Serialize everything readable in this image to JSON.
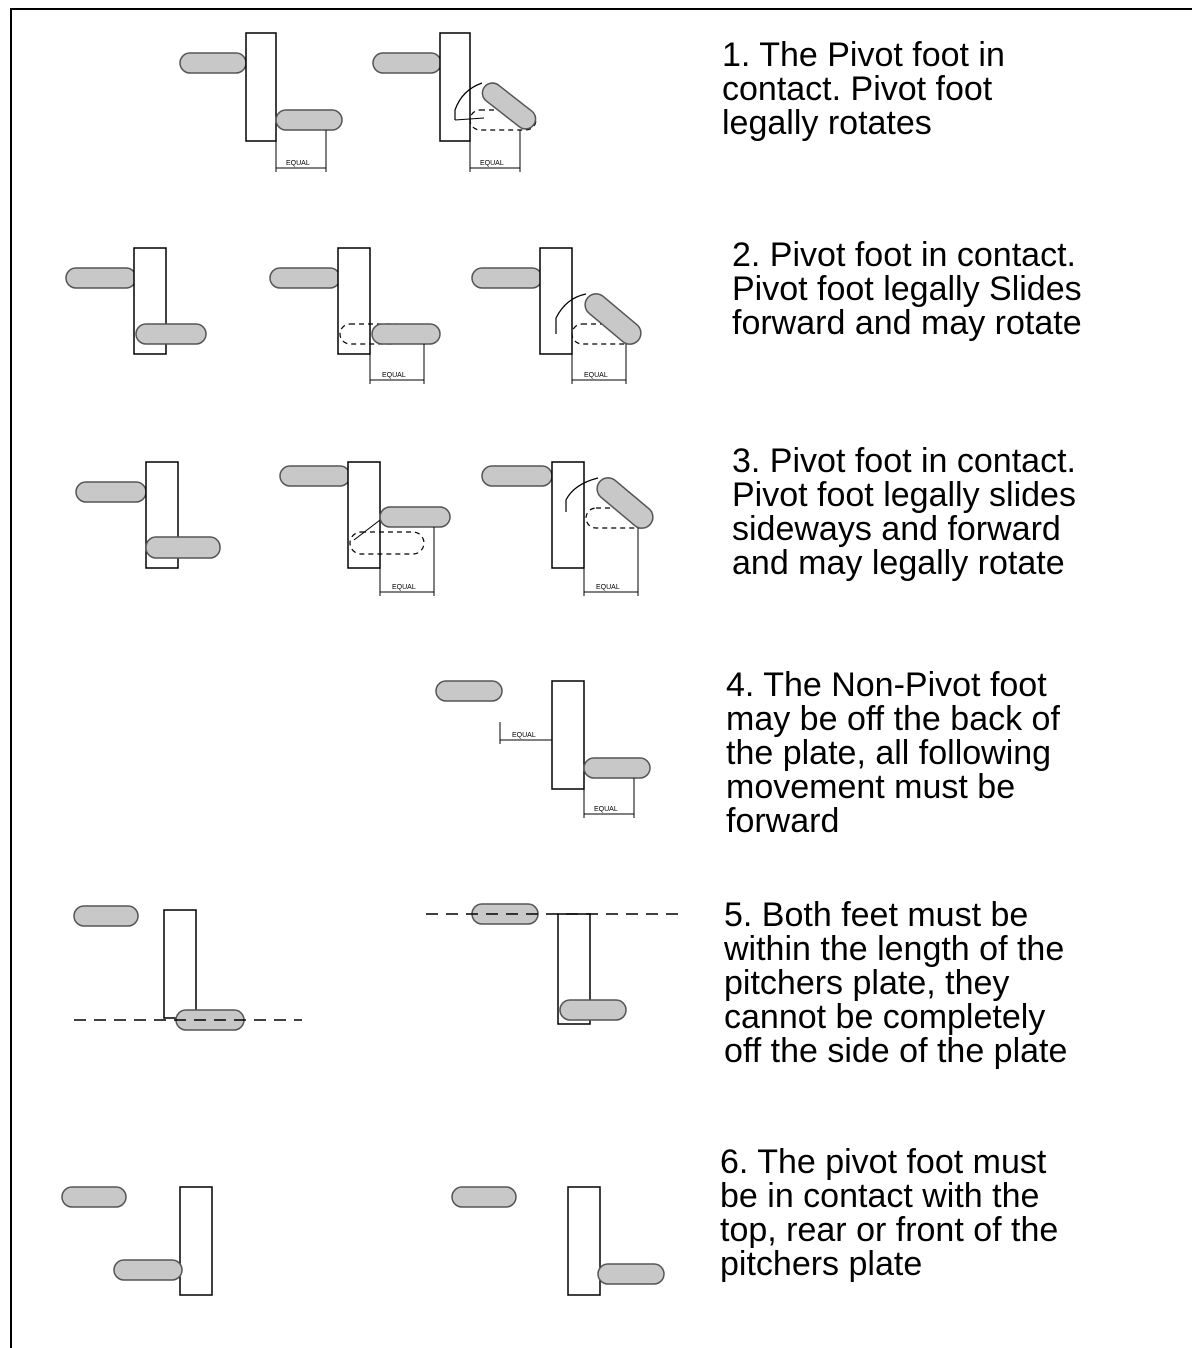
{
  "dimension_label": "EQUAL",
  "rules": [
    {
      "lines": [
        "1. The Pivot foot in",
        "contact. Pivot foot",
        "legally rotates"
      ]
    },
    {
      "lines": [
        "2. Pivot foot in contact.",
        "Pivot foot legally Slides",
        "forward and may rotate"
      ]
    },
    {
      "lines": [
        "3. Pivot foot in contact.",
        "Pivot foot legally slides",
        "sideways and forward",
        "and may legally rotate"
      ]
    },
    {
      "lines": [
        "4. The Non-Pivot foot",
        "may be off the back of",
        "the plate, all following",
        "movement must be",
        "forward"
      ]
    },
    {
      "lines": [
        "5. Both feet must be",
        "within the length of the",
        "pitchers plate, they",
        "cannot be completely",
        "off the side of the plate"
      ]
    },
    {
      "lines": [
        "6. The pivot foot must",
        "be in contact with the",
        "top, rear or front of the",
        "pitchers plate"
      ]
    }
  ]
}
